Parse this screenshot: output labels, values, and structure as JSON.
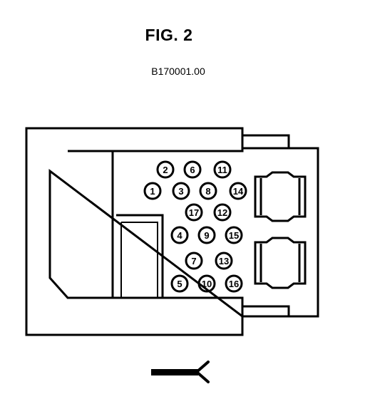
{
  "figure": {
    "title": "FIG. 2",
    "code": "B170001.00"
  },
  "connector": {
    "pins": [
      {
        "number": "1"
      },
      {
        "number": "2"
      },
      {
        "number": "3"
      },
      {
        "number": "4"
      },
      {
        "number": "5"
      },
      {
        "number": "6"
      },
      {
        "number": "7"
      },
      {
        "number": "8"
      },
      {
        "number": "9"
      },
      {
        "number": "10"
      },
      {
        "number": "11"
      },
      {
        "number": "12"
      },
      {
        "number": "13"
      },
      {
        "number": "14"
      },
      {
        "number": "15"
      },
      {
        "number": "16"
      },
      {
        "number": "17"
      }
    ]
  },
  "colors": {
    "line": "#000000",
    "background": "#ffffff"
  }
}
